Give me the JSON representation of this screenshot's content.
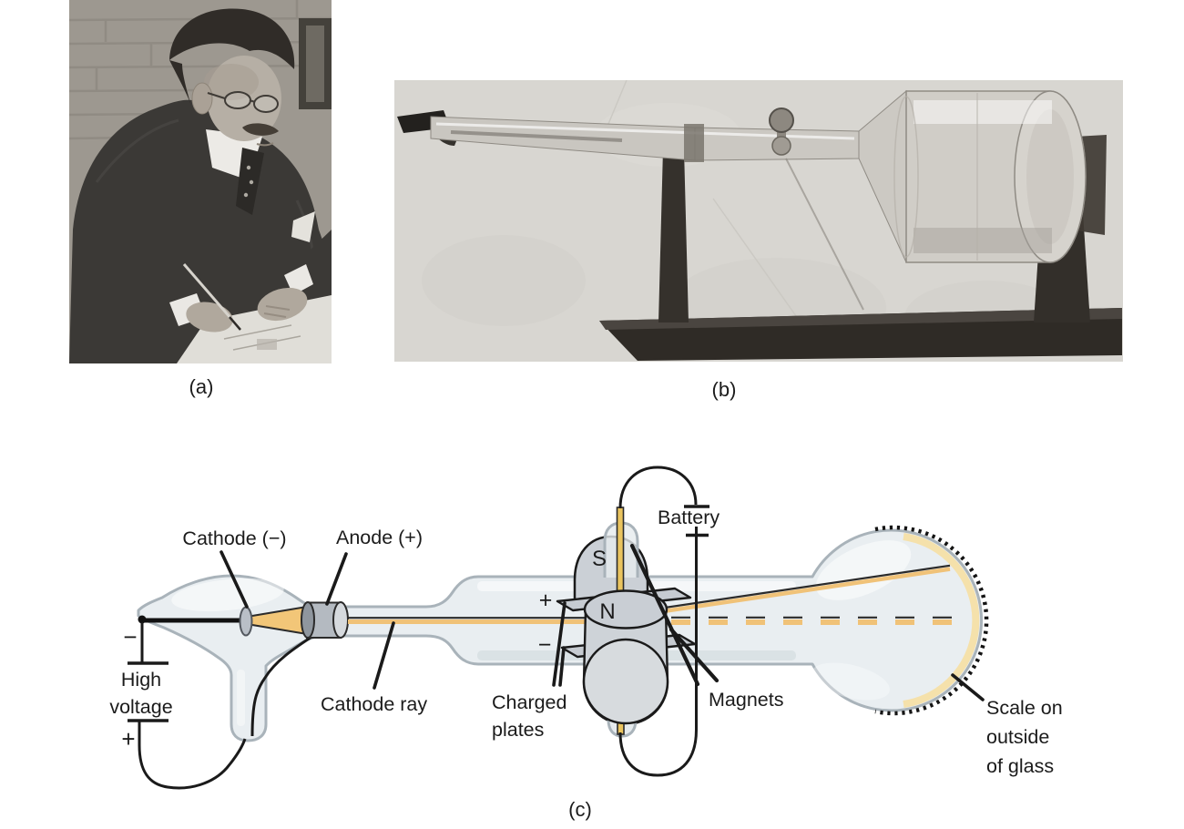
{
  "figure": {
    "captions": {
      "a": "(a)",
      "b": "(b)",
      "c": "(c)"
    }
  },
  "diagram": {
    "labels": {
      "cathode": "Cathode (−)",
      "anode": "Anode (+)",
      "high_voltage_lines": [
        "High",
        "voltage"
      ],
      "hv_minus": "−",
      "hv_plus": "+",
      "cathode_ray": "Cathode ray",
      "charged_plates_lines": [
        "Charged",
        "plates"
      ],
      "battery": "Battery",
      "magnet_s": "S",
      "magnet_n": "N",
      "plate_plus": "+",
      "plate_minus": "−",
      "magnets": "Magnets",
      "scale_lines": [
        "Scale on",
        "outside",
        "of glass"
      ]
    },
    "colors": {
      "glass_fill": "#e9eef1",
      "glass_stroke": "#a9b3ba",
      "beam": "#f0c278",
      "metal": "#c7ccd2",
      "line": "#1a1a1a",
      "scale_band": "#f5dfa6"
    }
  }
}
